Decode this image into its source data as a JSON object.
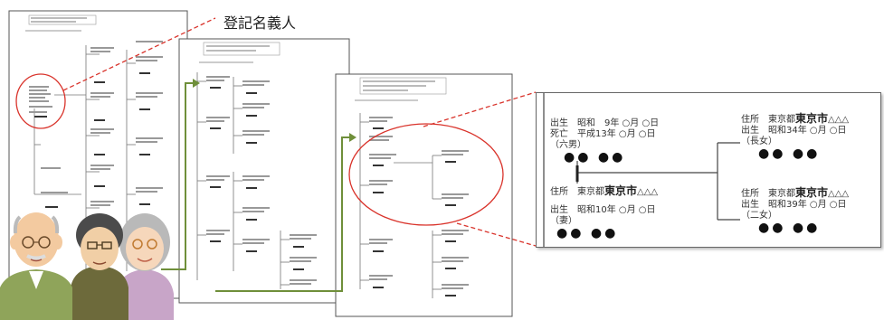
{
  "callout": {
    "label": "登記名義人"
  },
  "zoom": {
    "left_top": {
      "l1": "出生　昭和　9年 ○月 ○日",
      "l2": "死亡　平成13年 ○月 ○日",
      "l3": "（六男）",
      "dots": "●● ●●"
    },
    "left_bottom": {
      "addr_pre": "住所　東京都",
      "addr_city": "東京市",
      "addr_post": "△△△",
      "l2": "出生　昭和10年 ○月 ○日",
      "l3": "（妻）",
      "dots": "●● ●●"
    },
    "right_top": {
      "addr_pre": "住所　東京都",
      "addr_city": "東京市",
      "addr_post": "△△△",
      "l2": "出生　昭和34年 ○月 ○日",
      "l3": "（長女）",
      "dots": "●● ●●"
    },
    "right_bottom": {
      "addr_pre": "住所　東京都",
      "addr_city": "東京市",
      "addr_post": "△△△",
      "l2": "出生　昭和39年 ○月 ○日",
      "l3": "（二女）",
      "dots": "●● ●●"
    }
  },
  "colors": {
    "accent_red": "#d9332b",
    "arrow_green": "#6f8f3a",
    "page_border": "#555555"
  }
}
